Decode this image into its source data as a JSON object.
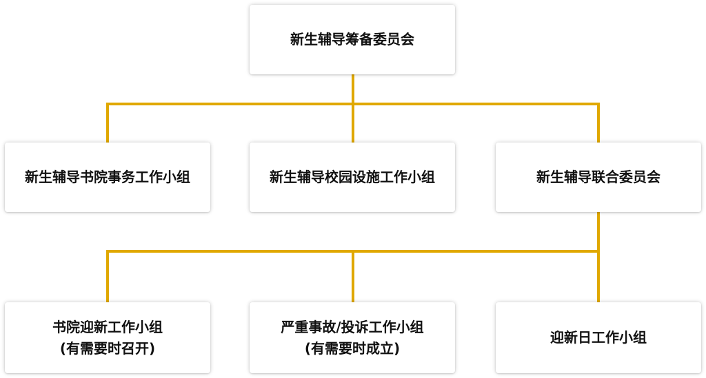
{
  "accent_color": "#E0A800",
  "root": {
    "title": "新生辅导筹备委员会"
  },
  "level2": [
    {
      "title": "新生辅导书院事务工作小组"
    },
    {
      "title": "新生辅导校园设施工作小组"
    },
    {
      "title": "新生辅导联合委员会"
    }
  ],
  "level3": [
    {
      "title": "书院迎新工作小组",
      "note": "(有需要时召开)"
    },
    {
      "title": "严重事故/投诉工作小组",
      "note": "(有需要时成立)"
    },
    {
      "title": "迎新日工作小组",
      "note": ""
    }
  ]
}
